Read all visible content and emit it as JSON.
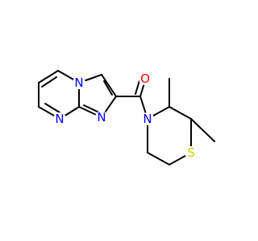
{
  "molecule": {
    "atoms": {
      "N_bridge": {
        "label": "N",
        "color": "#0000ff"
      },
      "N_pyrimidine": {
        "label": "N",
        "color": "#0000ff"
      },
      "N_imidazole": {
        "label": "N",
        "color": "#0000ff"
      },
      "N_amide": {
        "label": "N",
        "color": "#0000ff"
      },
      "O_carbonyl": {
        "label": "O",
        "color": "#ff0000"
      },
      "S_ring": {
        "label": "S",
        "color": "#cccc00"
      }
    },
    "bond_color": "#000000"
  }
}
